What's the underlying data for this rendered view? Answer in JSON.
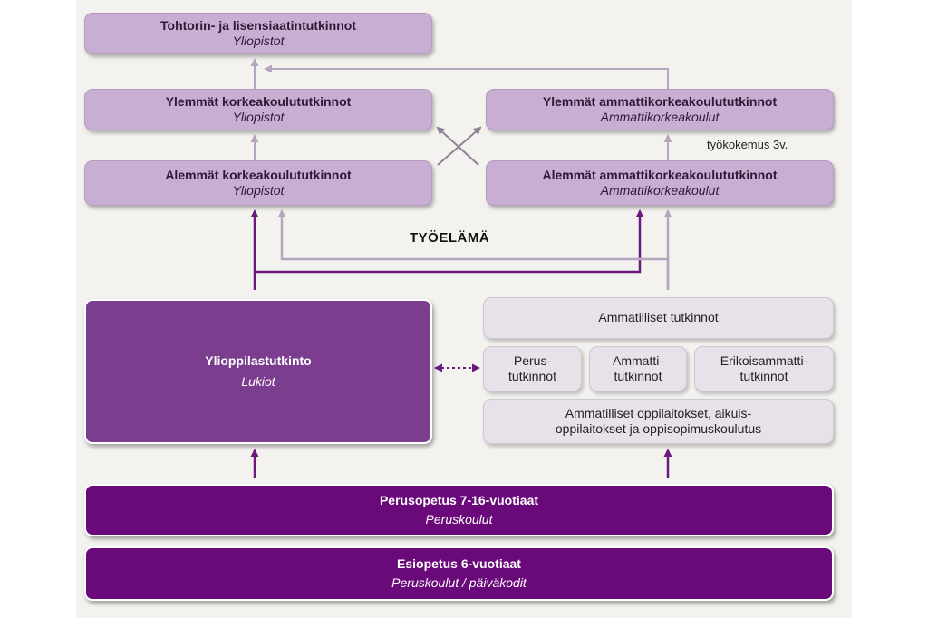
{
  "diagram": {
    "boxes": {
      "tohtori": {
        "title": "Tohtorin- ja lisensiaatintutkinnot",
        "subtitle": "Yliopistot"
      },
      "ylemmat_kk": {
        "title": "Ylemmät korkeakoulututkinnot",
        "subtitle": "Yliopistot"
      },
      "ylemmat_amk": {
        "title": "Ylemmät ammattikorkeakoulututkinnot",
        "subtitle": "Ammattikorkeakoulut"
      },
      "alemmat_kk": {
        "title": "Alemmät korkeakoulututkinnot",
        "subtitle": "Yliopistot"
      },
      "alemmat_amk": {
        "title": "Alemmät ammattikorkeakoulututkinnot",
        "subtitle": "Ammattikorkeakoulut"
      },
      "ylioppilas": {
        "title": "Ylioppilastutkinto",
        "subtitle": "Lukiot"
      },
      "ammatilliset": {
        "title": "Ammatilliset tutkinnot"
      },
      "perus_tutkinnot": {
        "line1": "Perus-",
        "line2": "tutkinnot"
      },
      "ammatti_tutkinnot": {
        "line1": "Ammatti-",
        "line2": "tutkinnot"
      },
      "erikois_tutkinnot": {
        "line1": "Erikoisammatti-",
        "line2": "tutkinnot"
      },
      "oppilaitokset": {
        "line1": "Ammatilliset oppilaitokset, aikuis-",
        "line2": "oppilaitokset ja oppisopimuskoulutus"
      },
      "perusopetus": {
        "title": "Perusopetus 7-16-vuotiaat",
        "subtitle": "Peruskoulut"
      },
      "esiopetus": {
        "title": "Esiopetus 6-vuotiaat",
        "subtitle": "Peruskoulut / päiväkodit"
      }
    },
    "labels": {
      "tyokokemus": "työkokemus 3v.",
      "tyoelama": "TYÖELÄMÄ"
    },
    "colors": {
      "dark_purple": "#6a0a7a",
      "medium_purple": "#7b3d8d",
      "light_purple": "#c9aed3",
      "pale_lavender": "#e7e1ea",
      "arrow_dark": "#6a1a7c",
      "arrow_light": "#b5a5bd"
    }
  }
}
